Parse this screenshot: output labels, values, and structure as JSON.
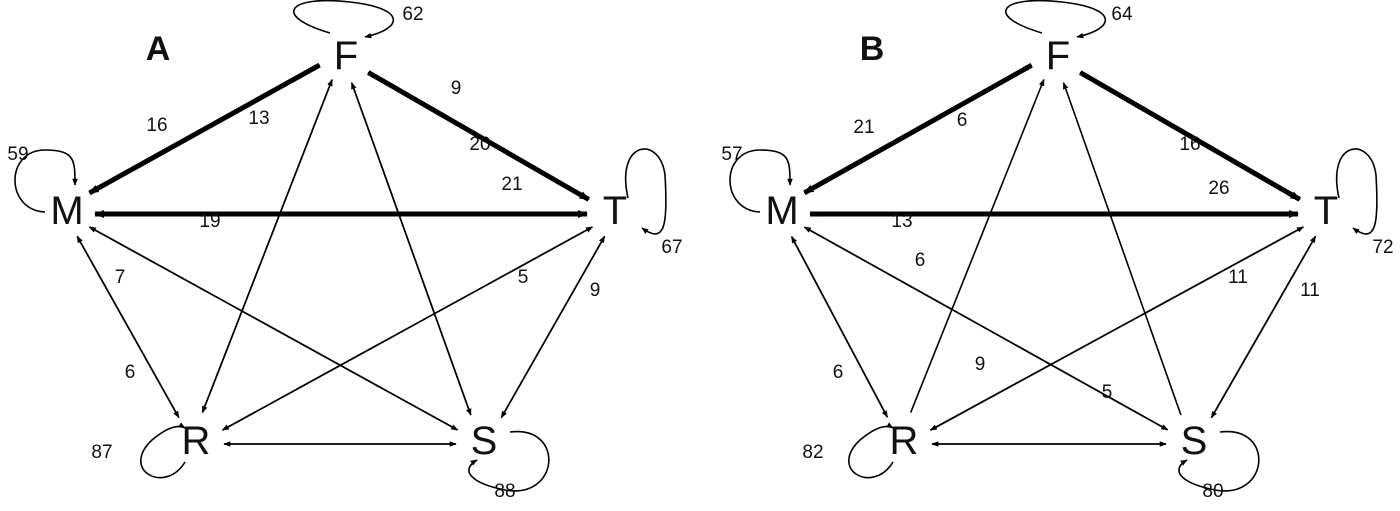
{
  "panels": [
    {
      "id": "A",
      "title": "A",
      "nodes": {
        "F": {
          "label": "F",
          "self_loop": "62"
        },
        "M": {
          "label": "M",
          "self_loop": "59"
        },
        "T": {
          "label": "T",
          "self_loop": "67"
        },
        "R": {
          "label": "R",
          "self_loop": "87"
        },
        "S": {
          "label": "S",
          "self_loop": "88"
        }
      },
      "edges": [
        {
          "from": "F",
          "to": "M",
          "label": "16",
          "weight": "thick"
        },
        {
          "from": "M",
          "to": "F",
          "label": "13",
          "weight": "thin"
        },
        {
          "from": "T",
          "to": "F",
          "label": "9",
          "weight": "thin"
        },
        {
          "from": "F",
          "to": "T",
          "label": "20",
          "weight": "thick"
        },
        {
          "from": "M",
          "to": "T",
          "label": "21",
          "weight": "thick"
        },
        {
          "from": "T",
          "to": "M",
          "label": "19",
          "weight": "thick"
        },
        {
          "from": "M",
          "to": "R",
          "label": "7",
          "weight": "thin"
        },
        {
          "from": "R",
          "to": "M",
          "label": "6",
          "weight": "thin"
        },
        {
          "from": "M",
          "to": "S",
          "label": "",
          "weight": "thin"
        },
        {
          "from": "S",
          "to": "M",
          "label": "",
          "weight": "thin"
        },
        {
          "from": "F",
          "to": "R",
          "label": "",
          "weight": "thin"
        },
        {
          "from": "R",
          "to": "F",
          "label": "",
          "weight": "thin"
        },
        {
          "from": "F",
          "to": "S",
          "label": "",
          "weight": "thin"
        },
        {
          "from": "S",
          "to": "F",
          "label": "",
          "weight": "thin"
        },
        {
          "from": "T",
          "to": "R",
          "label": "5",
          "weight": "thin"
        },
        {
          "from": "R",
          "to": "T",
          "label": "",
          "weight": "thin"
        },
        {
          "from": "T",
          "to": "S",
          "label": "9",
          "weight": "thin"
        },
        {
          "from": "S",
          "to": "T",
          "label": "",
          "weight": "thin"
        },
        {
          "from": "R",
          "to": "S",
          "label": "",
          "weight": "thin"
        },
        {
          "from": "S",
          "to": "R",
          "label": "",
          "weight": "thin"
        }
      ]
    },
    {
      "id": "B",
      "title": "B",
      "nodes": {
        "F": {
          "label": "F",
          "self_loop": "64"
        },
        "M": {
          "label": "M",
          "self_loop": "57"
        },
        "T": {
          "label": "T",
          "self_loop": "72"
        },
        "R": {
          "label": "R",
          "self_loop": "82"
        },
        "S": {
          "label": "S",
          "self_loop": "80"
        }
      },
      "edges": [
        {
          "from": "F",
          "to": "M",
          "label": "21",
          "weight": "thick"
        },
        {
          "from": "M",
          "to": "F",
          "label": "6",
          "weight": "thin"
        },
        {
          "from": "F",
          "to": "T",
          "label": "16",
          "weight": "thick"
        },
        {
          "from": "T",
          "to": "F",
          "label": "",
          "weight": "thin"
        },
        {
          "from": "M",
          "to": "T",
          "label": "26",
          "weight": "thick"
        },
        {
          "from": "T",
          "to": "M",
          "label": "13",
          "weight": "thin"
        },
        {
          "from": "M",
          "to": "R",
          "label": "6",
          "weight": "thin"
        },
        {
          "from": "R",
          "to": "M",
          "label": "",
          "weight": "thin"
        },
        {
          "from": "M",
          "to": "S",
          "label": "6",
          "weight": "thin"
        },
        {
          "from": "S",
          "to": "M",
          "label": "5",
          "weight": "thin"
        },
        {
          "from": "R",
          "to": "F",
          "label": "",
          "weight": "thin"
        },
        {
          "from": "S",
          "to": "F",
          "label": "",
          "weight": "thin"
        },
        {
          "from": "R",
          "to": "T",
          "label": "9",
          "weight": "thin"
        },
        {
          "from": "T",
          "to": "R",
          "label": "11",
          "weight": "thin"
        },
        {
          "from": "T",
          "to": "S",
          "label": "11",
          "weight": "thin"
        },
        {
          "from": "S",
          "to": "T",
          "label": "",
          "weight": "thin"
        },
        {
          "from": "R",
          "to": "S",
          "label": "",
          "weight": "thin"
        },
        {
          "from": "S",
          "to": "R",
          "label": "",
          "weight": "thin"
        }
      ]
    }
  ]
}
